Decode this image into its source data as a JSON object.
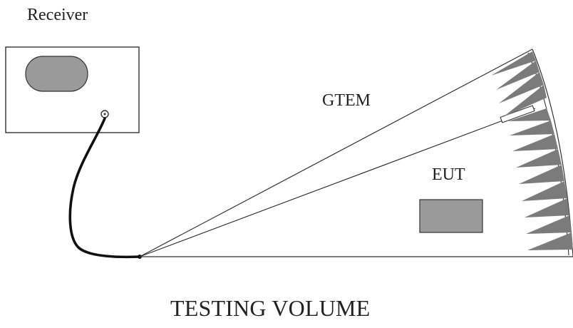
{
  "labels": {
    "receiver": "Receiver",
    "gtem": "GTEM",
    "eut": "EUT",
    "testing_volume": "TESTING VOLUME"
  },
  "colors": {
    "line": "#333333",
    "fill_gray": "#9a9a9a",
    "absorber": "#7b7b7b",
    "cable": "#111111"
  }
}
